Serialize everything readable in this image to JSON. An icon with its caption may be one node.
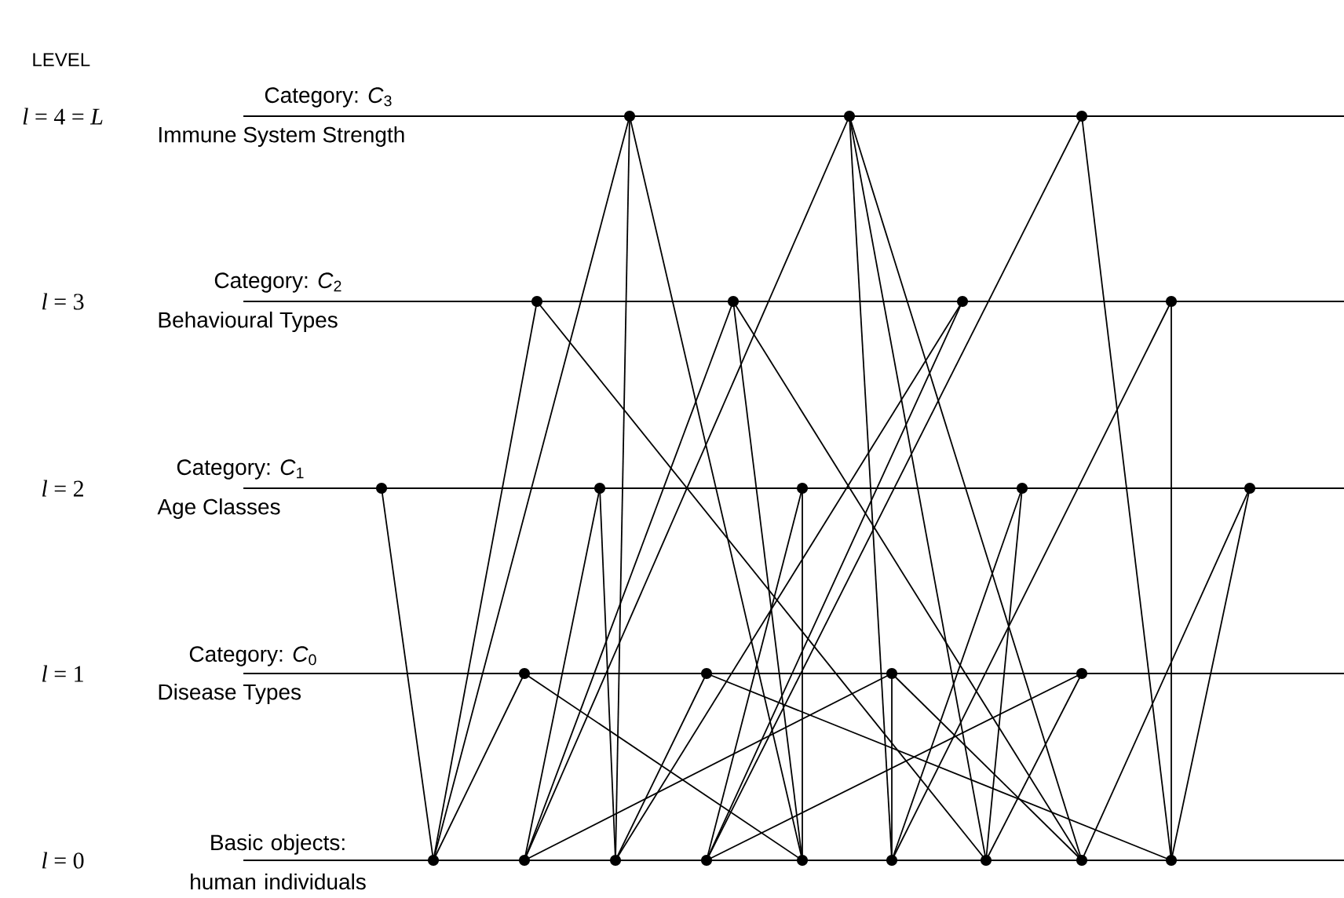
{
  "diagram": {
    "nodes": [
      {
        "text": [],
        "shape": "circle"
      },
      {
        "text": [],
        "shape": "circle"
      },
      {
        "text": [],
        "shape": "circle"
      },
      {
        "text": [],
        "shape": "circle"
      },
      {
        "text": [],
        "shape": "circle"
      },
      {
        "text": [],
        "shape": "circle"
      },
      {
        "text": [],
        "shape": "circle"
      },
      {
        "text": [],
        "shape": "circle"
      },
      {
        "text": [],
        "shape": "circle"
      },
      {
        "text": [],
        "shape": "circle"
      },
      {
        "text": [],
        "shape": "circle"
      },
      {
        "text": [],
        "shape": "circle"
      },
      {
        "text": [],
        "shape": "circle"
      },
      {
        "text": [],
        "shape": "circle"
      },
      {
        "text": [],
        "shape": "circle"
      },
      {
        "text": [],
        "shape": "circle"
      },
      {
        "text": [],
        "shape": "circle"
      },
      {
        "text": [],
        "shape": "circle"
      },
      {
        "text": [],
        "shape": "circle"
      },
      {
        "text": [],
        "shape": "circle"
      },
      {
        "text": [],
        "shape": "circle"
      },
      {
        "text": [],
        "shape": "circle"
      },
      {
        "text": [],
        "shape": "circle"
      },
      {
        "text": [],
        "shape": "circle"
      },
      {
        "text": [],
        "shape": "circle"
      }
    ],
    "edges": [
      {
        "from": 0,
        "to": 16,
        "arrow": "none"
      },
      {
        "from": 3,
        "to": 16,
        "arrow": "none"
      },
      {
        "from": 7,
        "to": 16,
        "arrow": "none"
      },
      {
        "from": 12,
        "to": 16,
        "arrow": "none"
      },
      {
        "from": 1,
        "to": 17,
        "arrow": "none"
      },
      {
        "from": 4,
        "to": 17,
        "arrow": "none"
      },
      {
        "from": 8,
        "to": 17,
        "arrow": "none"
      },
      {
        "from": 14,
        "to": 17,
        "arrow": "none"
      },
      {
        "from": 0,
        "to": 18,
        "arrow": "none"
      },
      {
        "from": 5,
        "to": 18,
        "arrow": "none"
      },
      {
        "from": 8,
        "to": 18,
        "arrow": "none"
      },
      {
        "from": 13,
        "to": 18,
        "arrow": "none"
      },
      {
        "from": 2,
        "to": 19,
        "arrow": "none"
      },
      {
        "from": 5,
        "to": 19,
        "arrow": "none"
      },
      {
        "from": 9,
        "to": 19,
        "arrow": "none"
      },
      {
        "from": 15,
        "to": 19,
        "arrow": "none"
      },
      {
        "from": 0,
        "to": 20,
        "arrow": "none"
      },
      {
        "from": 4,
        "to": 20,
        "arrow": "none"
      },
      {
        "from": 9,
        "to": 20,
        "arrow": "none"
      },
      {
        "from": 12,
        "to": 20,
        "arrow": "none"
      },
      {
        "from": 1,
        "to": 21,
        "arrow": "none"
      },
      {
        "from": 6,
        "to": 21,
        "arrow": "none"
      },
      {
        "from": 10,
        "to": 21,
        "arrow": "none"
      },
      {
        "from": 14,
        "to": 21,
        "arrow": "none"
      },
      {
        "from": 1,
        "to": 22,
        "arrow": "none"
      },
      {
        "from": 3,
        "to": 22,
        "arrow": "none"
      },
      {
        "from": 10,
        "to": 22,
        "arrow": "none"
      },
      {
        "from": 15,
        "to": 22,
        "arrow": "none"
      },
      {
        "from": 1,
        "to": 23,
        "arrow": "none"
      },
      {
        "from": 4,
        "to": 23,
        "arrow": "none"
      },
      {
        "from": 11,
        "to": 23,
        "arrow": "none"
      },
      {
        "from": 14,
        "to": 23,
        "arrow": "none"
      },
      {
        "from": 2,
        "to": 24,
        "arrow": "none"
      },
      {
        "from": 6,
        "to": 24,
        "arrow": "none"
      },
      {
        "from": 11,
        "to": 24,
        "arrow": "none"
      },
      {
        "from": 13,
        "to": 24,
        "arrow": "none"
      }
    ],
    "labels": [
      "LEVEL",
      "*l* = 4 = *L*",
      "Category: *C*$_{3}$",
      "Immune System Strength",
      "*l* = 3",
      "Category: *C*$_{2}$",
      "Behavioural Types",
      "*l* = 2",
      "Category: *C*$_{1}$",
      "Age Classes",
      "*l* = 1",
      "Category: *C*$_{0}$",
      "Disease Types",
      "*l* = 0",
      "Basic objects: human individuals"
    ]
  }
}
